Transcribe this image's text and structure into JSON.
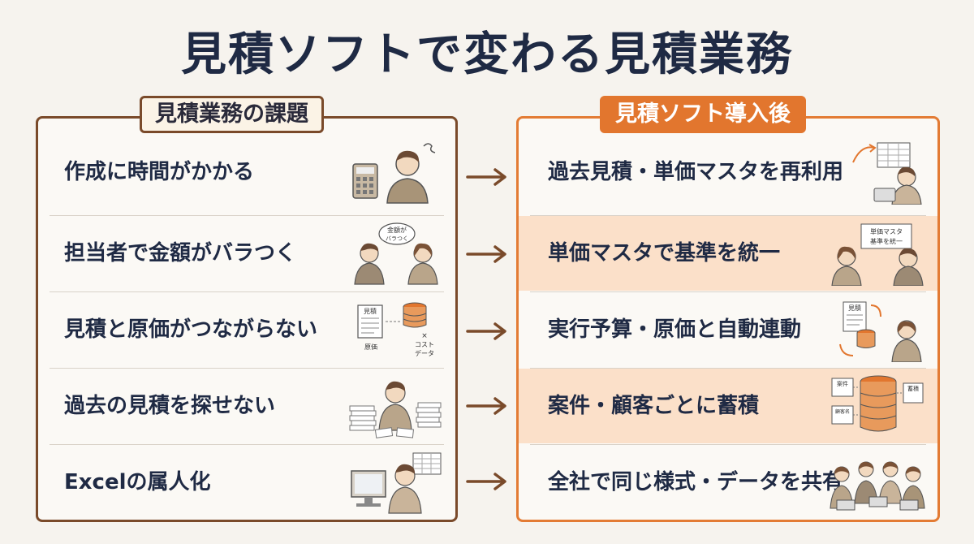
{
  "title": "見積ソフトで変わる見積業務",
  "left_panel": {
    "header": "見積業務の課題",
    "rows": [
      {
        "text": "作成に時間がかかる",
        "icon": "stressed-person-calculator-icon"
      },
      {
        "text": "担当者で金額がバラつく",
        "icon": "two-people-discussing-icon",
        "bubble_line1": "金額が",
        "bubble_line2": "バラつく"
      },
      {
        "text": "見積と原価がつながらない",
        "icon": "document-database-icon",
        "doc_label": "見積",
        "db_label": "原価",
        "x_label": "×",
        "x_line1": "コスト",
        "x_line2": "データ"
      },
      {
        "text": "過去の見積を探せない",
        "icon": "person-paper-piles-icon"
      },
      {
        "text": "Excelの属人化",
        "icon": "person-computer-spreadsheet-icon"
      }
    ]
  },
  "right_panel": {
    "header": "見積ソフト導入後",
    "rows": [
      {
        "text": "過去見積・単価マスタを再利用",
        "icon": "person-tablet-spreadsheet-icon",
        "highlight": false
      },
      {
        "text": "単価マスタで基準を統一",
        "icon": "two-people-board-icon",
        "highlight": true,
        "board_line1": "単価マスタ",
        "board_line2": "基準を統一"
      },
      {
        "text": "実行予算・原価と自動連動",
        "icon": "document-sync-person-icon",
        "highlight": false,
        "doc_label": "見積"
      },
      {
        "text": "案件・顧客ごとに蓄積",
        "icon": "database-cards-icon",
        "highlight": true,
        "card1": "案件",
        "card2": "顧客名",
        "card3": "蓄積"
      },
      {
        "text_line1": "全社で同じ様式・",
        "text_line2": "データを共有",
        "icon": "team-laptops-icon",
        "highlight": false
      }
    ]
  },
  "colors": {
    "left_border": "#7a4a2a",
    "right_border": "#e37b34",
    "highlight": "#fbe0c9",
    "arrow": "#7a4a2a"
  }
}
